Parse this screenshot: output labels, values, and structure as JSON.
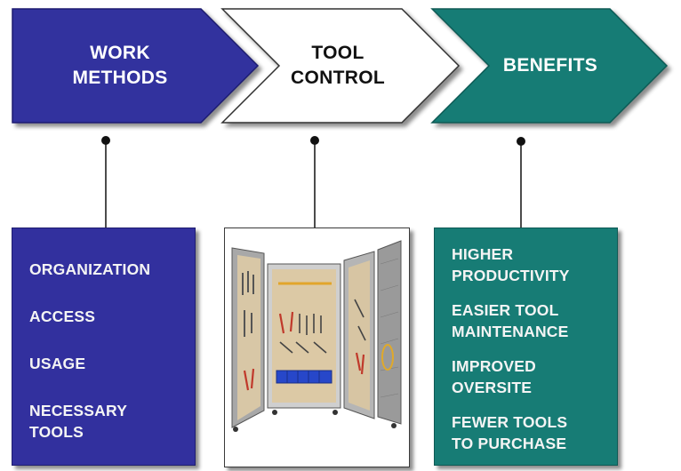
{
  "stages": [
    {
      "title": "WORK\nMETHODS",
      "color": "#32309e"
    },
    {
      "title": "TOOL\nCONTROL",
      "color": "#ffffff"
    },
    {
      "title": "BENEFITS",
      "color": "#177c75"
    }
  ],
  "work_methods": {
    "items": [
      "ORGANIZATION",
      "ACCESS",
      "USAGE",
      "NECESSARY\nTOOLS"
    ]
  },
  "tool_control": {
    "image": "tool-cabinet-illustration"
  },
  "benefits": {
    "items": [
      "HIGHER\nPRODUCTIVITY",
      "EASIER TOOL\nMAINTENANCE",
      "IMPROVED\nOVERSITE",
      "FEWER TOOLS\nTO PURCHASE"
    ]
  }
}
